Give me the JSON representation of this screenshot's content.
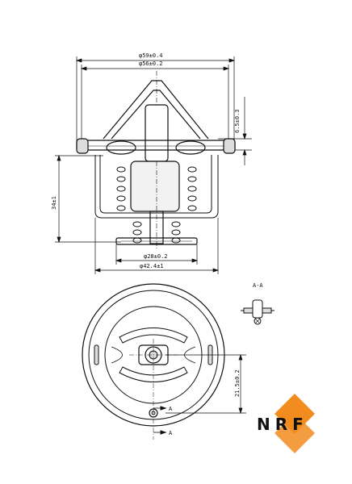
{
  "dimensions": {
    "outer_diameter": "φ59±0.4",
    "inner_diameter": "φ56±0.2",
    "flange_height": "6.5±0.3",
    "body_height": "34±1",
    "valve_diameter": "φ28±0.2",
    "cage_diameter": "φ42.4±1",
    "hole_offset": "21.5±0.2"
  },
  "section": {
    "label": "A-A",
    "marker_top": "A",
    "marker_bottom": "A"
  },
  "logo": {
    "text": "NRF",
    "color": "#f28c1e"
  }
}
